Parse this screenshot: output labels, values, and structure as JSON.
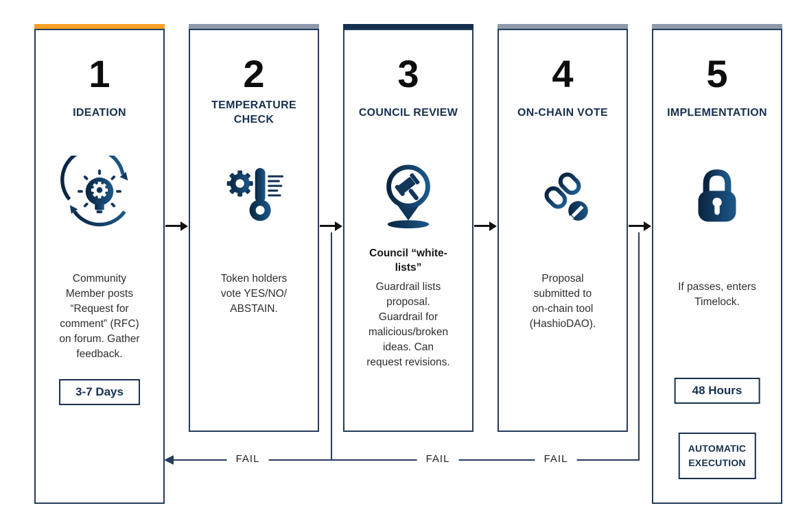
{
  "palette": {
    "accent_orange": "#F9A228",
    "bar_gray": "#8E9AAB",
    "bar_navy": "#14304D",
    "navy_text": "#16304F",
    "fail_line_navy": "#223C5B",
    "arrow_black": "#111111"
  },
  "cards": [
    {
      "number": "1",
      "title": "IDEATION",
      "icon": "ideation-cycle-icon",
      "body": "Community\nMember posts\n“Request for\ncomment” (RFC)\non forum. Gather\nfeedback.",
      "duration": "3-7 Days"
    },
    {
      "number": "2",
      "title": "TEMPERATURE\nCHECK",
      "icon": "gear-thermometer-icon",
      "body": "Token holders\nvote YES/NO/\nABSTAIN."
    },
    {
      "number": "3",
      "title": "COUNCIL REVIEW",
      "icon": "gavel-pin-icon",
      "subheading": "Council “white-\nlists”",
      "body": "Guardrail lists\nproposal.\nGuardrail for\nmalicious/broken\nideas. Can\nrequest revisions."
    },
    {
      "number": "4",
      "title": "ON-CHAIN VOTE",
      "icon": "chain-link-icon",
      "body": "Proposal\nsubmitted to\non-chain tool\n(HashioDAO)."
    },
    {
      "number": "5",
      "title": "IMPLEMENTATION",
      "icon": "padlock-icon",
      "body": "If passes, enters\nTimelock.",
      "duration": "48 Hours",
      "execution_badge": "AUTOMATIC\nEXECUTION"
    }
  ],
  "fail_labels": [
    "FAIL",
    "FAIL",
    "FAIL"
  ]
}
